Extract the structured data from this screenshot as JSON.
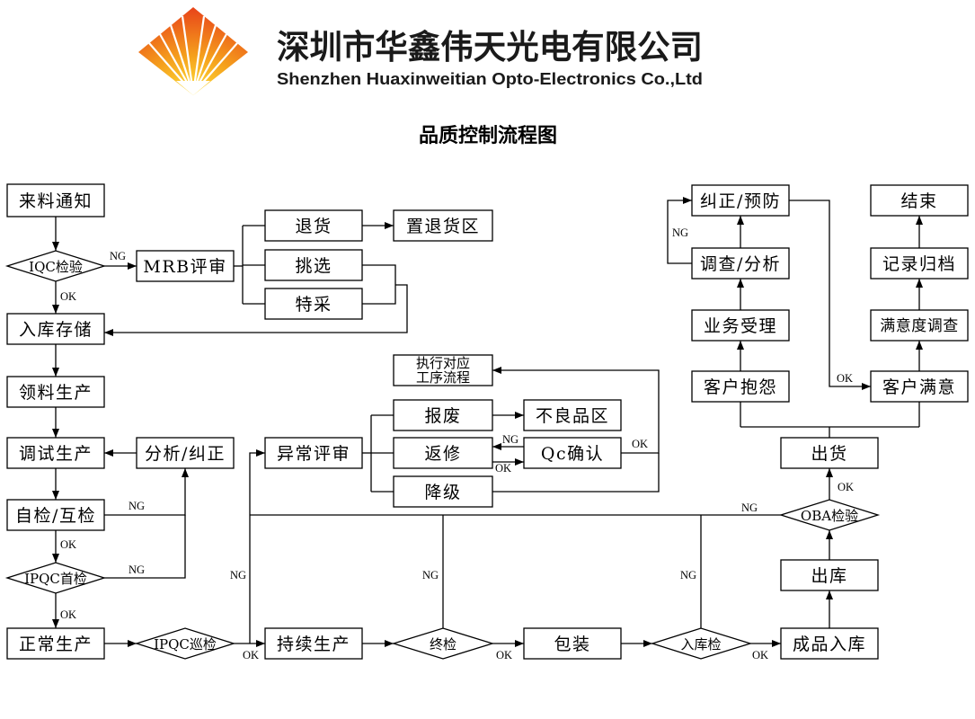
{
  "header": {
    "company_cn": "深圳市华鑫伟天光电有限公司",
    "company_en": "Shenzhen Huaxinweitian Opto-Electronics Co.,Ltd",
    "title": "品质控制流程图"
  },
  "logo": {
    "icon": "sunburst-diamond-logo",
    "color_top": "#e8431a",
    "color_mid": "#f5a01c",
    "color_center": "#ffe33b"
  },
  "colors": {
    "line": "#000000",
    "box_fill": "#ffffff",
    "text": "#000000"
  },
  "nodes": {
    "incoming_notice": "来料通知",
    "iqc": "IQC检验",
    "mrb_review": "MRB评审",
    "return_goods": "退货",
    "return_area": "置退货区",
    "sorting": "挑选",
    "special_accept": "特采",
    "warehouse_storage": "入库存储",
    "exec_process": [
      "执行对应",
      "工序流程"
    ],
    "material_production": "领料生产",
    "scrap": "报废",
    "defect_area": "不良品区",
    "debug_production": "调试生产",
    "analysis_correction": "分析/纠正",
    "exception_review": "异常评审",
    "rework": "返修",
    "qc_confirm": "Qc确认",
    "downgrade": "降级",
    "self_check": "自检/互检",
    "ipqc_first": "IPQC首检",
    "normal_production": "正常生产",
    "ipqc_patrol": "IPQC巡检",
    "continuous_production": "持续生产",
    "final_inspection": "终检",
    "packaging": "包装",
    "warehouse_inspection": "入库检",
    "finished_storage": "成品入库",
    "outbound": "出库",
    "oba": "OBA检验",
    "shipment": "出货",
    "customer_complaint": "客户抱怨",
    "customer_satisfied": "客户满意",
    "business_accept": "业务受理",
    "satisfaction_survey": "满意度调查",
    "investigation": "调查/分析",
    "record_archive": "记录归档",
    "corrective_preventive": "纠正/预防",
    "end": "结束"
  },
  "edge_labels": {
    "iqc_ng": "NG",
    "iqc_ok": "OK",
    "self_check_ng": "NG",
    "self_check_ok": "OK",
    "first_check_ng": "NG",
    "first_check_ok": "OK",
    "patrol_ng": "NG",
    "patrol_ok": "OK",
    "final_ng": "NG",
    "final_ok": "OK",
    "warehouse_ng": "NG",
    "warehouse_ok": "OK",
    "oba_ng": "NG",
    "oba_ok": "OK",
    "qc_ng": "NG",
    "rework_ok": "OK",
    "qc_ok": "OK",
    "investigation_ng": "NG",
    "corrective_ok": "OK"
  }
}
